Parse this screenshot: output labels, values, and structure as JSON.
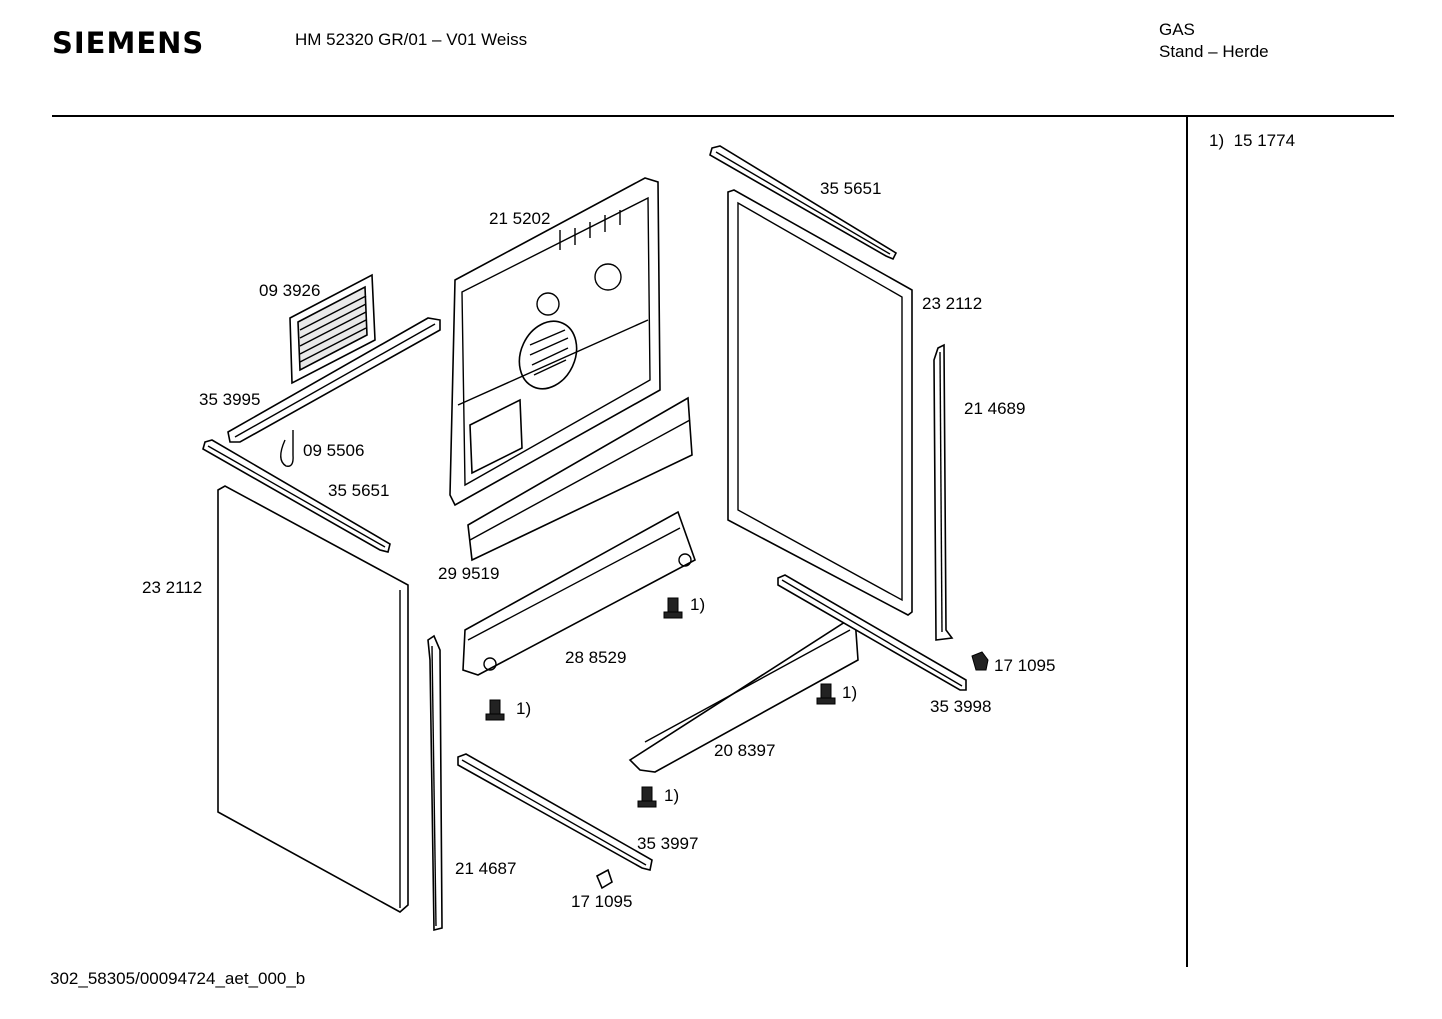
{
  "header": {
    "brand": "SIEMENS",
    "model": "HM 52320 GR/01 – V01 Weiss",
    "category_line1": "GAS",
    "category_line2": "Stand – Herde"
  },
  "notes": [
    {
      "marker": "1)",
      "part": "15 1774"
    }
  ],
  "parts": [
    {
      "id": "back-panel",
      "number": "21 5202"
    },
    {
      "id": "rail-top-right",
      "number": "35 5651"
    },
    {
      "id": "side-panel-right",
      "number": "23 2112"
    },
    {
      "id": "grille",
      "number": "09 3926"
    },
    {
      "id": "bracket-top-left",
      "number": "35 3995"
    },
    {
      "id": "hook",
      "number": "09 5506"
    },
    {
      "id": "rail-left",
      "number": "35 5651"
    },
    {
      "id": "side-panel-left",
      "number": "23 2112"
    },
    {
      "id": "profile-right",
      "number": "21 4689"
    },
    {
      "id": "cross-brace",
      "number": "29 9519"
    },
    {
      "id": "base-tray",
      "number": "28 8529"
    },
    {
      "id": "front-plinth",
      "number": "20 8397"
    },
    {
      "id": "rail-bottom-right",
      "number": "35 3998"
    },
    {
      "id": "clip-right",
      "number": "17 1095"
    },
    {
      "id": "rail-bottom-left",
      "number": "35 3997"
    },
    {
      "id": "clip-left",
      "number": "17 1095"
    },
    {
      "id": "profile-left",
      "number": "21 4687"
    }
  ],
  "foot_refs": [
    "1)",
    "1)",
    "1)",
    "1)"
  ],
  "footer": {
    "code": "302_58305/00094724_aet_000_b"
  }
}
